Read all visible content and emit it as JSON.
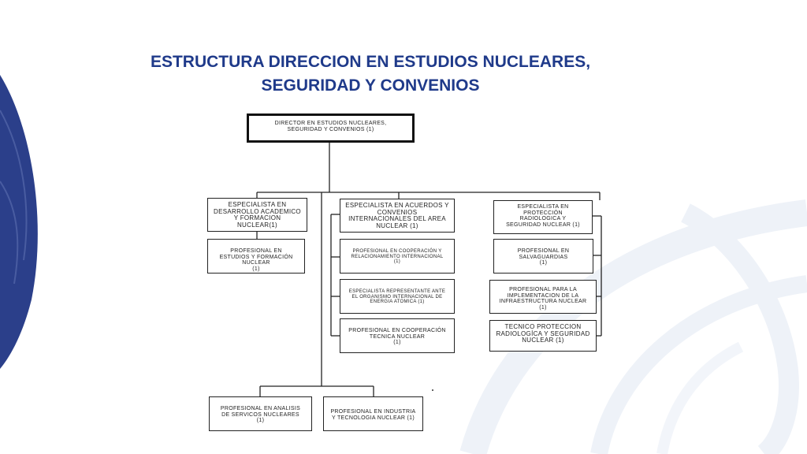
{
  "title": {
    "line1": "ESTRUCTURA DIRECCION EN ESTUDIOS NUCLEARES,",
    "line2": "SEGURIDAD Y CONVENIOS"
  },
  "colors": {
    "title": "#1f3a8a",
    "decor_dark": "#2b3f8a",
    "decor_light": "#eef2f8"
  },
  "org": {
    "director": "DIRECTOR EN ESTUDIOS NUCLEARES,\nSEGURIDAD  Y CONVENIOS (1)",
    "left": {
      "head": "ESPECIALISTA EN\nDESARROLLO ACADEMICO\nY FORMACION\nNUCLEAR(1)",
      "items": [
        "PROFESIONAL EN\nESTUDIOS Y FORMACIÓN\nNUCLEAR\n(1)"
      ]
    },
    "center": {
      "head": "ESPECIALISTA EN ACUERDOS Y\nCONVENIOS\nINTERNACIONALES DEL AREA\nNUCLEAR  (1)",
      "items": [
        "PROFESIONAL EN COOPERACIÓN Y\nRELACIONAMIENTO INTERNACIONAL\n(1)",
        "ESPECIALISTA REPRESENTANTE ANTE\nEL ORGANISMO INTERNACIONAL DE\nENERGIA ATOMICA (1)",
        "PROFESIONAL EN COOPERACIÓN\nTECNICA NUCLEAR\n(1)"
      ]
    },
    "right": {
      "head": "ESPECIALISTA EN\nPROTECCIÓN\nRADIOLOGICA Y\nSEGURIDAD NUCLEAR  (1)",
      "items": [
        "PROFESIONAL EN\nSALVAGUARDIAS\n(1)",
        "PROFESIONAL PARA LA\nIMPLEMENTACION DE LA\nINFRAESTRUCTURA NUCLEAR\n(1)",
        "TECNICO PROTECCION\nRADIOLOGÍCA Y SEGURIDAD\nNUCLEAR (1)"
      ]
    },
    "bottom": [
      "PROFESIONAL EN ANALISIS\nDE SERVICOS NUCLEARES\n(1)",
      "PROFESIONAL EN INDUSTRIA\nY TECNOLOGIA  NUCLEAR (1)"
    ]
  }
}
